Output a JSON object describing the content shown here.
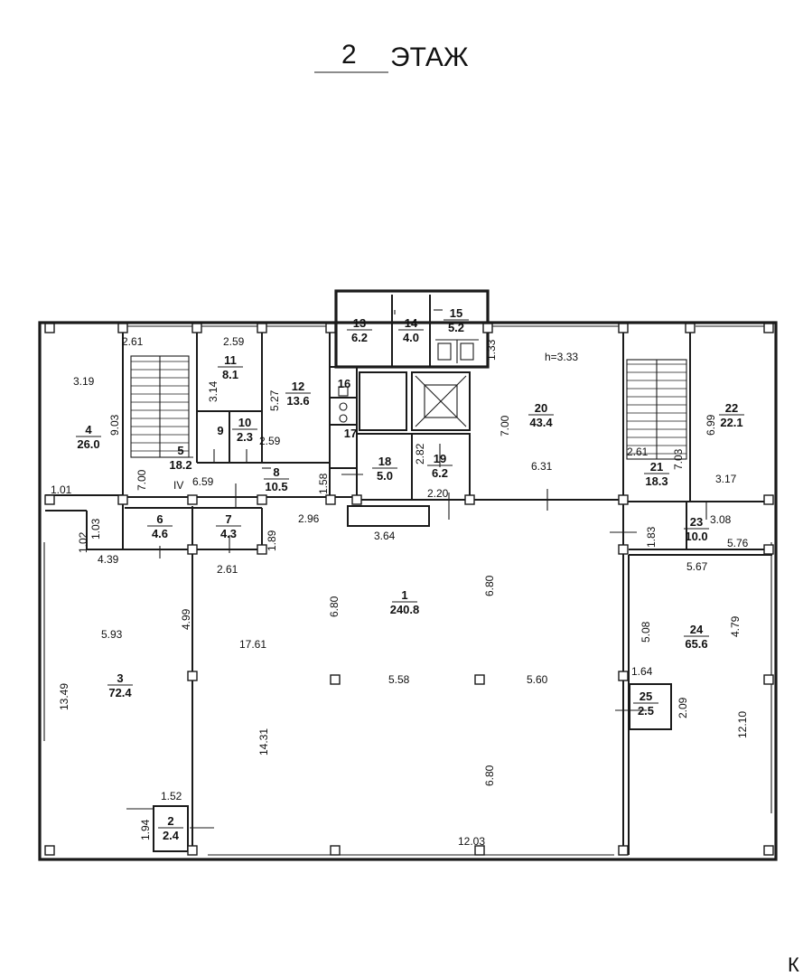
{
  "title": {
    "number": "2",
    "word": "ЭТАЖ"
  },
  "ceiling_height": "h=3.33",
  "roman_label": "IV",
  "corner_mark": "К",
  "rooms": [
    {
      "n": "1",
      "a": "240.8"
    },
    {
      "n": "2",
      "a": "2.4"
    },
    {
      "n": "3",
      "a": "72.4"
    },
    {
      "n": "4",
      "a": "26.0"
    },
    {
      "n": "5",
      "a": "18.2"
    },
    {
      "n": "6",
      "a": "4.6"
    },
    {
      "n": "7",
      "a": "4.3"
    },
    {
      "n": "8",
      "a": "10.5"
    },
    {
      "n": "9",
      "a": ""
    },
    {
      "n": "10",
      "a": "2.3"
    },
    {
      "n": "11",
      "a": "8.1"
    },
    {
      "n": "12",
      "a": "13.6"
    },
    {
      "n": "13",
      "a": "6.2"
    },
    {
      "n": "14",
      "a": "4.0"
    },
    {
      "n": "15",
      "a": "5.2"
    },
    {
      "n": "16",
      "a": ""
    },
    {
      "n": "17",
      "a": ""
    },
    {
      "n": "18",
      "a": "5.0"
    },
    {
      "n": "19",
      "a": "6.2"
    },
    {
      "n": "20",
      "a": "43.4"
    },
    {
      "n": "21",
      "a": "18.3"
    },
    {
      "n": "22",
      "a": "22.1"
    },
    {
      "n": "23",
      "a": "10.0"
    },
    {
      "n": "24",
      "a": "65.6"
    },
    {
      "n": "25",
      "a": "2.5"
    }
  ],
  "dimensions": [
    "2.61",
    "2.59",
    "3.19",
    "9.03",
    "3.14",
    "5.27",
    "2.59",
    "7.00",
    "6.59",
    "1.58",
    "1.01",
    "1.03",
    "1.02",
    "4.39",
    "2.61",
    "1.89",
    "2.96",
    "3.64",
    "2.82",
    "2.20",
    "1.33",
    "7.00",
    "6.31",
    "2.61",
    "7.03",
    "6.99",
    "3.17",
    "1.83",
    "3.08",
    "5.76",
    "5.67",
    "5.08",
    "4.79",
    "1.64",
    "2.09",
    "12.10",
    "6.80",
    "6.80",
    "17.61",
    "5.58",
    "5.60",
    "14.31",
    "6.80",
    "12.03",
    "5.93",
    "4.99",
    "13.49",
    "1.52",
    "1.94"
  ]
}
